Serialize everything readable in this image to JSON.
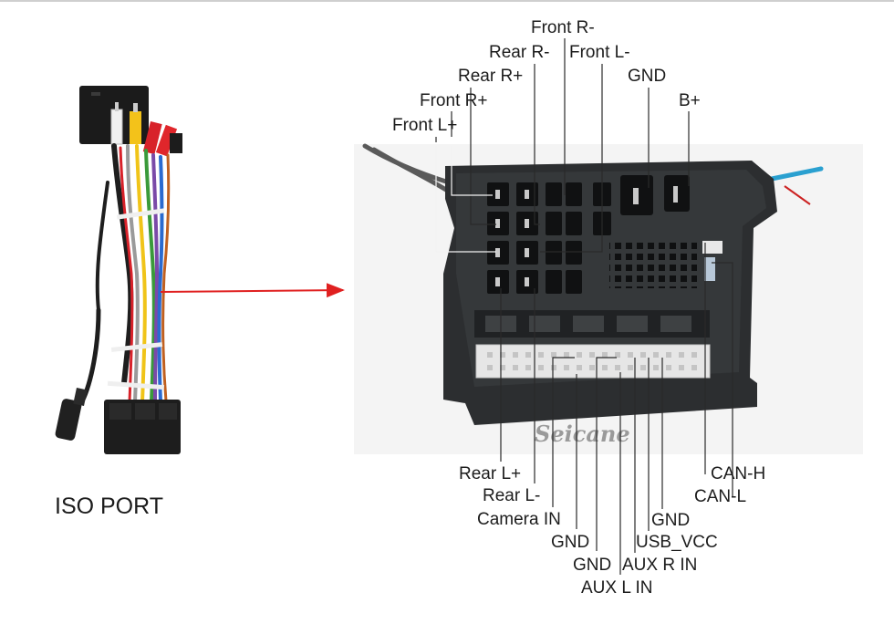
{
  "harness": {
    "caption": "ISO PORT"
  },
  "connector": {
    "brand_watermark": "Seicane"
  },
  "pin_labels_top": {
    "front_r_minus": "Front R-",
    "rear_r_minus": "Rear R-",
    "front_l_minus": "Front L-",
    "rear_r_plus": "Rear R+",
    "gnd": "GND",
    "front_r_plus": "Front R+",
    "b_plus": "B+",
    "front_l_plus": "Front L+"
  },
  "pin_labels_right": {
    "can_h": "CAN-H",
    "can_l": "CAN-L"
  },
  "pin_labels_bottom": {
    "rear_l_plus": "Rear L+",
    "rear_l_minus": "Rear L-",
    "camera_in": "Camera IN",
    "gnd_1": "GND",
    "gnd_2": "GND",
    "aux_l_in": "AUX L IN",
    "aux_r_in": "AUX R IN",
    "usb_vcc": "USB_VCC",
    "gnd_3": "GND"
  },
  "colors": {
    "arrow": "#e02020",
    "connector_body": "#2c2e30",
    "photo_background": "#f4f4f4"
  }
}
